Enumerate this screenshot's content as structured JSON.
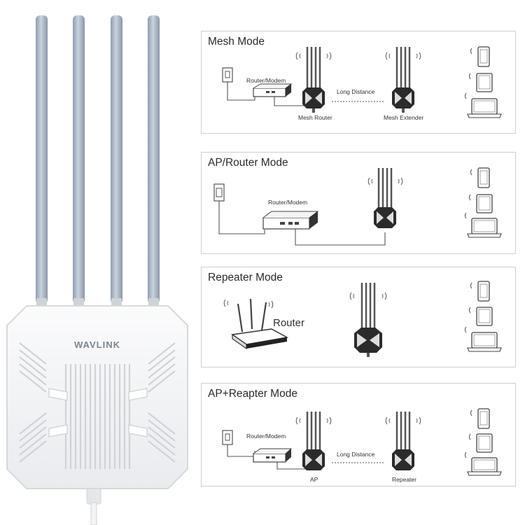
{
  "product": {
    "brand": "WAVLINK"
  },
  "modes": [
    {
      "title": "Mesh Mode",
      "labels": {
        "router_modem": "Router/Modem",
        "long_distance": "Long Distance",
        "device_a": "Mesh Router",
        "device_b": "Mesh Extender"
      }
    },
    {
      "title": "AP/Router Mode",
      "labels": {
        "router_modem": "Router/Modem"
      }
    },
    {
      "title": "Repeater Mode",
      "labels": {
        "router": "Router"
      }
    },
    {
      "title": "AP+Reapter Mode",
      "labels": {
        "router_modem": "Router/Modem",
        "long_distance": "Long Distance",
        "device_a": "AP",
        "device_b": "Repeater"
      }
    }
  ],
  "colors": {
    "antenna": "#a9b6c6",
    "device_body": "#f4f5f7",
    "panel_border": "#cfcfcf",
    "line": "#555555"
  }
}
